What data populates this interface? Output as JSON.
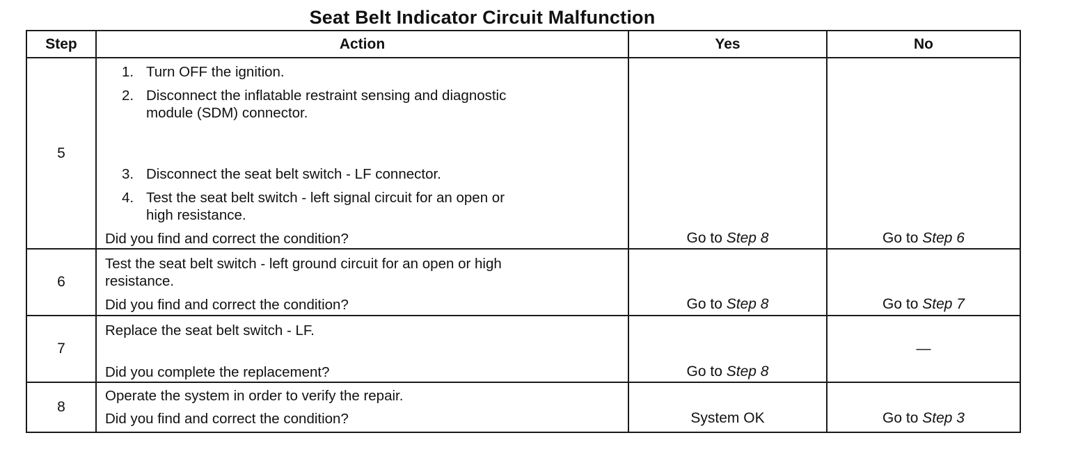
{
  "title": "Seat Belt Indicator Circuit Malfunction",
  "headers": {
    "step": "Step",
    "action": "Action",
    "yes": "Yes",
    "no": "No"
  },
  "rows": [
    {
      "step": "5",
      "items": [
        {
          "num": "1.",
          "lines": [
            "Turn OFF the ignition."
          ]
        },
        {
          "num": "2.",
          "lines": [
            "Disconnect the inflatable restraint sensing and diagnostic",
            "module (SDM) connector."
          ]
        },
        {
          "num": "3.",
          "lines": [
            "Disconnect the seat belt switch - LF connector."
          ]
        },
        {
          "num": "4.",
          "lines": [
            "Test the seat belt switch - left signal circuit for an open or",
            "high resistance."
          ]
        }
      ],
      "question": "Did you find and correct the condition?",
      "yes": {
        "prefix": "Go to ",
        "link": "Step 8"
      },
      "no": {
        "prefix": "Go to ",
        "link": "Step 6"
      }
    },
    {
      "step": "6",
      "lines": [
        "Test the seat belt switch - left ground circuit for an open or high",
        "resistance."
      ],
      "question": "Did you find and correct the condition?",
      "yes": {
        "prefix": "Go to ",
        "link": "Step 8"
      },
      "no": {
        "prefix": "Go to ",
        "link": "Step 7"
      }
    },
    {
      "step": "7",
      "lines": [
        "Replace the seat belt switch - LF."
      ],
      "question": "Did you complete the replacement?",
      "yes": {
        "prefix": "Go to ",
        "link": "Step 8"
      },
      "no": {
        "text": "—"
      }
    },
    {
      "step": "8",
      "lines": [
        "Operate the system in order to verify the repair."
      ],
      "question": "Did you find and correct the condition?",
      "yes": {
        "text": "System OK"
      },
      "no": {
        "prefix": "Go to ",
        "link": "Step 3"
      }
    }
  ]
}
